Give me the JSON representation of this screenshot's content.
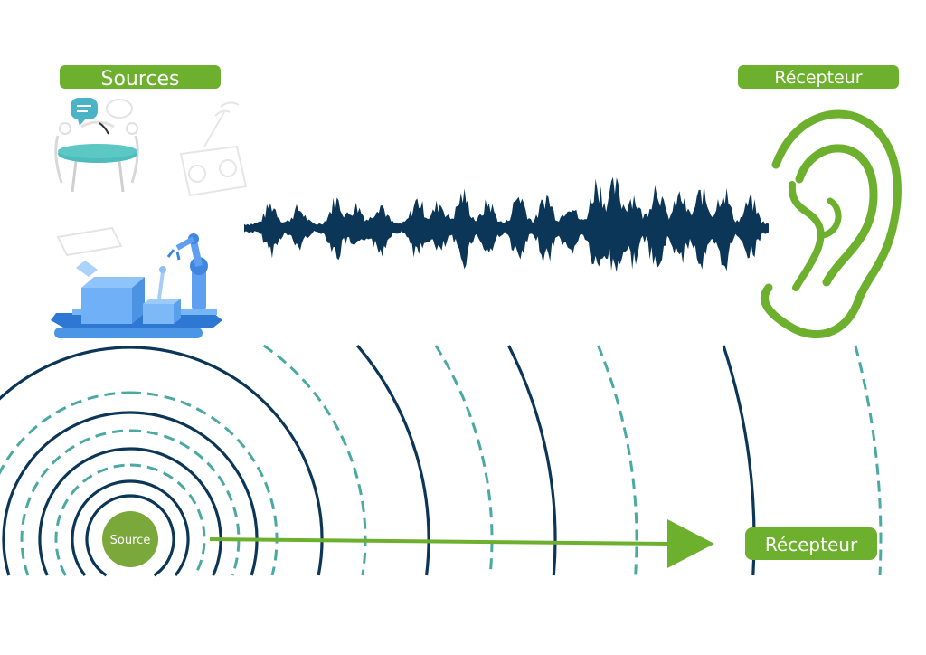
{
  "labels": {
    "sources": "Sources",
    "receiver_top": "Récepteur",
    "source": "Source",
    "receiver_bottom": "Récepteur"
  },
  "icons": {
    "meeting": "people-meeting-icon",
    "radio": "radio-icon",
    "factory": "factory-conveyor-icon",
    "ear": "ear-icon"
  },
  "colors": {
    "green": "#6cb02e",
    "green_dark": "#7aa83a",
    "navy": "#0b3657",
    "teal": "#4aa9a2",
    "blue": "#5ea4f0",
    "blue_dark": "#3b7fd6"
  }
}
